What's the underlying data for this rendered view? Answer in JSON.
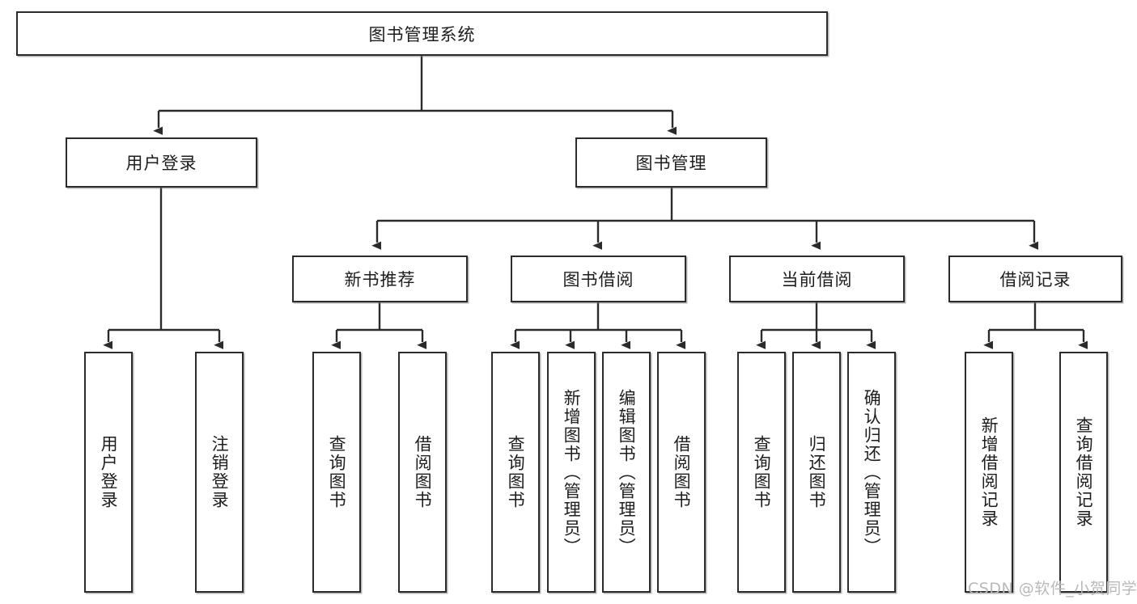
{
  "diagram": {
    "title": "图书管理系统",
    "type": "hierarchy-tree",
    "watermark": "CSDN @软件_小贺同学",
    "colors": {
      "box_border": "#2b2b2b",
      "box_fill": "#ffffff",
      "connector": "#2b2b2b",
      "text": "#1d1d1d",
      "watermark": "#b9b9b9"
    },
    "nodes": {
      "root": {
        "label": "图书管理系统"
      },
      "level2": [
        {
          "label": "用户登录"
        },
        {
          "label": "图书管理"
        }
      ],
      "level3": [
        {
          "label": "新书推荐"
        },
        {
          "label": "图书借阅"
        },
        {
          "label": "当前借阅"
        },
        {
          "label": "借阅记录"
        }
      ],
      "leaves_user_login": [
        {
          "label": "用户登录"
        },
        {
          "label": "注销登录"
        }
      ],
      "leaves_new_book": [
        {
          "label": "查询图书"
        },
        {
          "label": "借阅图书"
        }
      ],
      "leaves_borrow": [
        {
          "label": "查询图书"
        },
        {
          "label": "新增图书（管理员）"
        },
        {
          "label": "编辑图书（管理员）"
        },
        {
          "label": "借阅图书"
        }
      ],
      "leaves_current": [
        {
          "label": "查询图书"
        },
        {
          "label": "归还图书"
        },
        {
          "label": "确认归还（管理员）"
        }
      ],
      "leaves_record": [
        {
          "label": "新增借阅记录"
        },
        {
          "label": "查询借阅记录"
        }
      ]
    }
  }
}
